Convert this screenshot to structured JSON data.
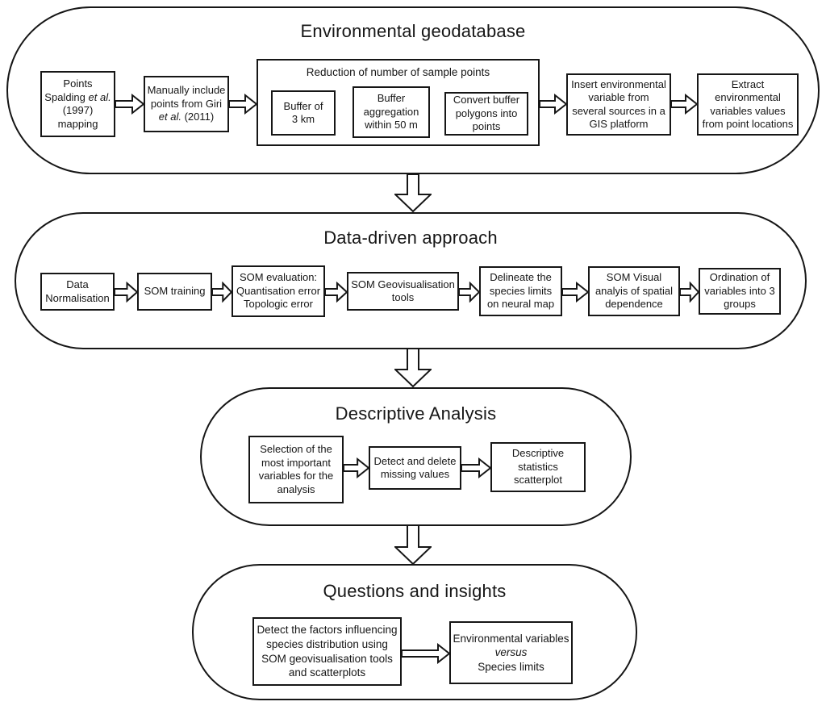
{
  "diagram": {
    "background": "#ffffff",
    "ink": "#161616",
    "sections": [
      {
        "title": "Environmental geodatabase",
        "boxes": [
          {
            "lines": [
              [
                {
                  "t": "Points"
                }
              ],
              [
                {
                  "t": "Spalding "
                },
                {
                  "t": "et al.",
                  "i": true
                }
              ],
              [
                {
                  "t": "(1997)"
                }
              ],
              [
                {
                  "t": "mapping"
                }
              ]
            ]
          },
          {
            "lines": [
              [
                {
                  "t": "Manually include"
                }
              ],
              [
                {
                  "t": "points from Giri"
                }
              ],
              [
                {
                  "t": "et al.",
                  "i": true
                },
                {
                  "t": " (2011)"
                }
              ]
            ]
          },
          {
            "label": "Reduction of number of sample points"
          },
          {
            "lines": [
              [
                {
                  "t": "Buffer of"
                }
              ],
              [
                {
                  "t": "3 km"
                }
              ]
            ]
          },
          {
            "lines": [
              [
                {
                  "t": "Buffer"
                }
              ],
              [
                {
                  "t": "aggregation"
                }
              ],
              [
                {
                  "t": "within 50 m"
                }
              ]
            ]
          },
          {
            "lines": [
              [
                {
                  "t": "Convert buffer"
                }
              ],
              [
                {
                  "t": "polygons into"
                }
              ],
              [
                {
                  "t": "points"
                }
              ]
            ]
          },
          {
            "lines": [
              [
                {
                  "t": "Insert environmental"
                }
              ],
              [
                {
                  "t": "variable from"
                }
              ],
              [
                {
                  "t": "several sources in a"
                }
              ],
              [
                {
                  "t": "GIS platform"
                }
              ]
            ]
          },
          {
            "lines": [
              [
                {
                  "t": "Extract"
                }
              ],
              [
                {
                  "t": "environmental"
                }
              ],
              [
                {
                  "t": "variables values"
                }
              ],
              [
                {
                  "t": "from point locations"
                }
              ]
            ]
          }
        ]
      },
      {
        "title": "Data-driven approach",
        "boxes": [
          {
            "lines": [
              [
                {
                  "t": "Data"
                }
              ],
              [
                {
                  "t": "Normalisation"
                }
              ]
            ]
          },
          {
            "lines": [
              [
                {
                  "t": "SOM training"
                }
              ]
            ]
          },
          {
            "lines": [
              [
                {
                  "t": "SOM evaluation:"
                }
              ],
              [
                {
                  "t": "Quantisation error"
                }
              ],
              [
                {
                  "t": "Topologic error"
                }
              ]
            ]
          },
          {
            "lines": [
              [
                {
                  "t": "SOM Geovisualisation"
                }
              ],
              [
                {
                  "t": "tools"
                }
              ]
            ]
          },
          {
            "lines": [
              [
                {
                  "t": "Delineate the"
                }
              ],
              [
                {
                  "t": "species limits"
                }
              ],
              [
                {
                  "t": "on neural map"
                }
              ]
            ]
          },
          {
            "lines": [
              [
                {
                  "t": "SOM Visual"
                }
              ],
              [
                {
                  "t": "analyis of spatial"
                }
              ],
              [
                {
                  "t": "dependence"
                }
              ]
            ]
          },
          {
            "lines": [
              [
                {
                  "t": "Ordination of"
                }
              ],
              [
                {
                  "t": "variables into 3"
                }
              ],
              [
                {
                  "t": "groups"
                }
              ]
            ]
          }
        ]
      },
      {
        "title": "Descriptive Analysis",
        "boxes": [
          {
            "lines": [
              [
                {
                  "t": "Selection of the"
                }
              ],
              [
                {
                  "t": "most important"
                }
              ],
              [
                {
                  "t": "variables for the"
                }
              ],
              [
                {
                  "t": "analysis"
                }
              ]
            ]
          },
          {
            "lines": [
              [
                {
                  "t": "Detect and delete"
                }
              ],
              [
                {
                  "t": "missing values"
                }
              ]
            ]
          },
          {
            "lines": [
              [
                {
                  "t": "Descriptive"
                }
              ],
              [
                {
                  "t": "statistics"
                }
              ],
              [
                {
                  "t": "scatterplot"
                }
              ]
            ]
          }
        ]
      },
      {
        "title": "Questions and insights",
        "boxes": [
          {
            "lines": [
              [
                {
                  "t": "Detect the factors influencing"
                }
              ],
              [
                {
                  "t": "species distribution using"
                }
              ],
              [
                {
                  "t": "SOM geovisualisation tools"
                }
              ],
              [
                {
                  "t": "and scatterplots"
                }
              ]
            ]
          },
          {
            "lines": [
              [
                {
                  "t": "Environmental variables"
                }
              ],
              [
                {
                  "t": "versus",
                  "i": true
                }
              ],
              [
                {
                  "t": "Species limits"
                }
              ]
            ]
          }
        ]
      }
    ]
  }
}
